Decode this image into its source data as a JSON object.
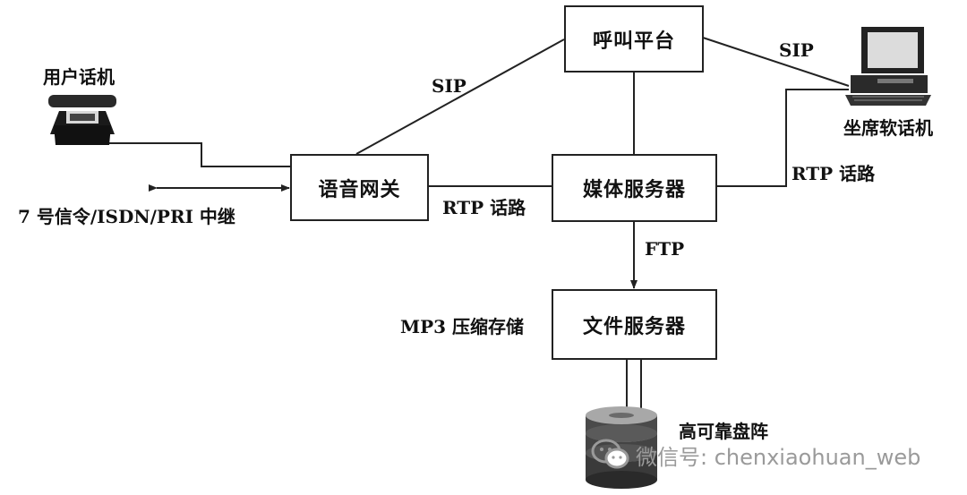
{
  "nodes": {
    "call_platform": "呼叫平台",
    "voice_gateway": "语音网关",
    "media_server": "媒体服务器",
    "file_server": "文件服务器"
  },
  "devices": {
    "user_phone": "用户话机",
    "agent_softphone": "坐席软话机",
    "disk_array": "高可靠盘阵"
  },
  "edges": {
    "sip_gateway": "SIP",
    "sip_softphone": "SIP",
    "rtp_gateway": "RTP 话路",
    "rtp_softphone": "RTP 话路",
    "ftp": "FTP",
    "trunk": "7 号信令/ISDN/PRI 中继",
    "mp3": "MP3 压缩存储"
  },
  "watermark": "微信号: chenxiaohuan_web"
}
